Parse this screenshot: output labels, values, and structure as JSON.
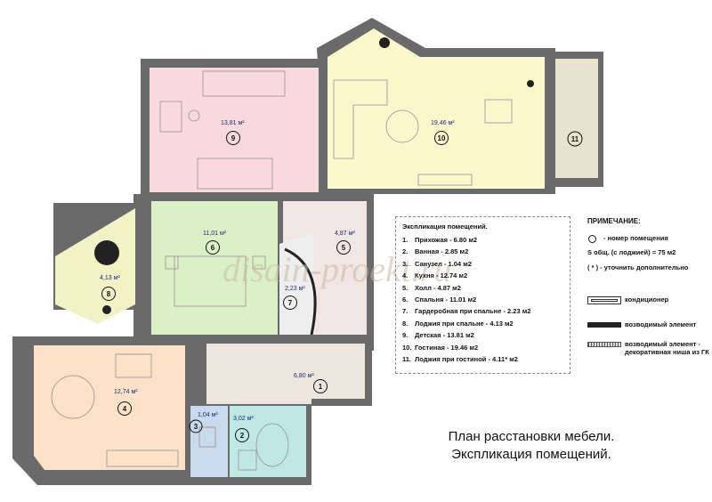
{
  "rooms": [
    {
      "num": "1",
      "area": "6,80 м²",
      "color": "#ece6df"
    },
    {
      "num": "2",
      "area": "3,02 м²",
      "color": "#bfe8e4"
    },
    {
      "num": "3",
      "area": "1,04 м²",
      "color": "#c9d9ee"
    },
    {
      "num": "4",
      "area": "12,74 м²",
      "color": "#fbe1c8"
    },
    {
      "num": "5",
      "area": "4,87 м²",
      "color": "#f1e6e3"
    },
    {
      "num": "6",
      "area": "11,01 м²",
      "color": "#dcf0c8"
    },
    {
      "num": "7",
      "area": "2,23 м²",
      "color": "#eeeeee"
    },
    {
      "num": "8",
      "area": "4,13 м²",
      "color": "#f2f2c6"
    },
    {
      "num": "9",
      "area": "13,81 м²",
      "color": "#f8d9dc"
    },
    {
      "num": "10",
      "area": "19,46 м²",
      "color": "#fbf7cd"
    },
    {
      "num": "11",
      "area": "",
      "color": "#e7e3ce"
    }
  ],
  "watermark": "disain-proekt.ru",
  "legend": {
    "title": "Экспликация помещений.",
    "items": [
      {
        "n": "1.",
        "text": "Прихожая - 6.80 м2"
      },
      {
        "n": "2.",
        "text": "Ванная - 2.85 м2"
      },
      {
        "n": "3.",
        "text": "Санузел - 1.04 м2"
      },
      {
        "n": "4.",
        "text": "Кухня - 12.74 м2"
      },
      {
        "n": "5.",
        "text": "Холл - 4.87 м2"
      },
      {
        "n": "6.",
        "text": "Спальня - 11.01 м2"
      },
      {
        "n": "7.",
        "text": "Гардеробная при спальне - 2.23 м2"
      },
      {
        "n": "8.",
        "text": "Лоджия при спальне - 4.13 м2"
      },
      {
        "n": "9.",
        "text": "Детская - 13.81 м2"
      },
      {
        "n": "10.",
        "text": "Гостиная - 19.46 м2"
      },
      {
        "n": "11.",
        "text": "Лоджия при гостиной - 4.11* м2"
      }
    ]
  },
  "notes": {
    "title": "ПРИМЕЧАНИЕ:",
    "room_number_note": "- номер помещения",
    "total_area": "S общ. (с лоджией)  = 75 м2",
    "clarify": "( * ) - уточнить дополнительно",
    "ac": "кондиционер",
    "erected": "возводимый элемент",
    "decor": "возводимый элемент - декоративная ниша из ГК"
  },
  "caption": {
    "line1": "План расстановки мебели.",
    "line2": "Экспликация помещений."
  }
}
